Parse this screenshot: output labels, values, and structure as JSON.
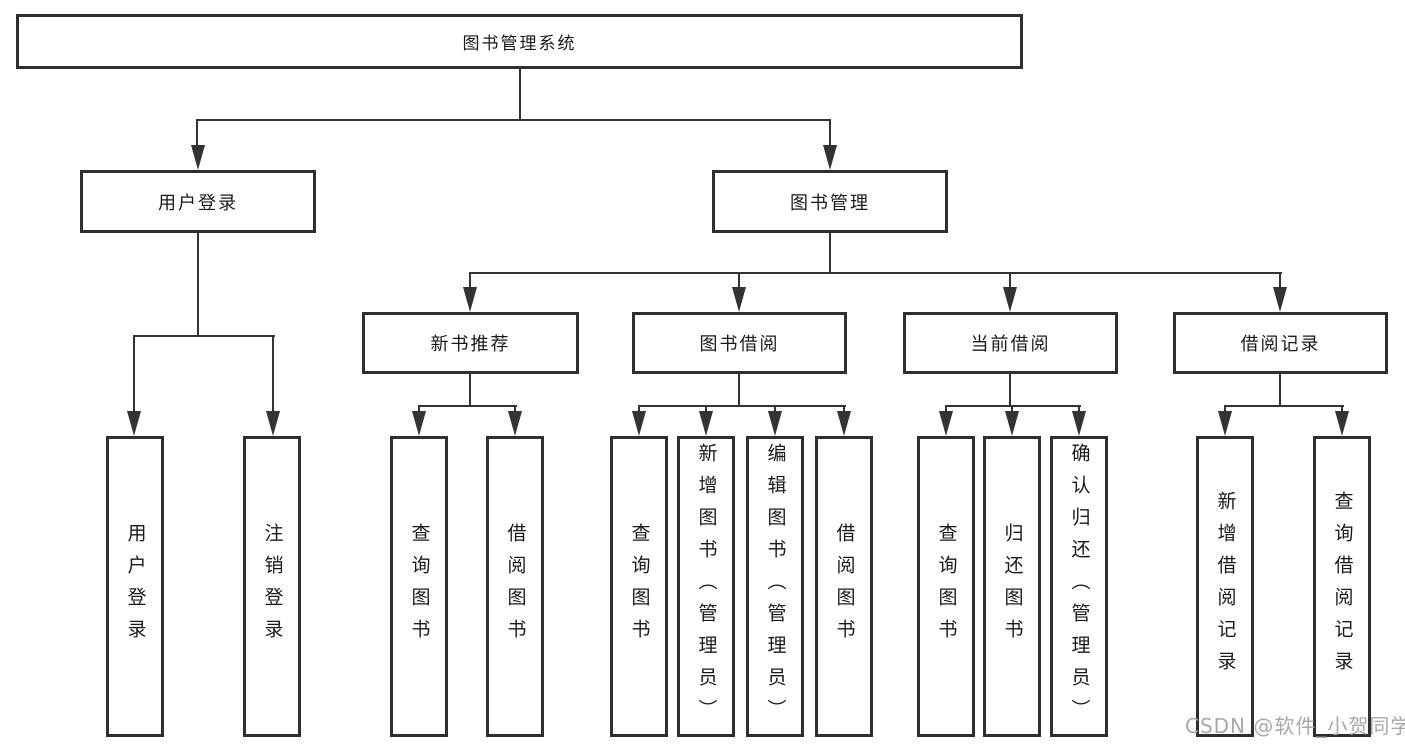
{
  "diagram": {
    "root": "图书管理系统",
    "branches": [
      "用户登录",
      "图书管理"
    ],
    "modules": [
      "新书推荐",
      "图书借阅",
      "当前借阅",
      "借阅记录"
    ],
    "leaves": {
      "user_login": [
        "用户登录",
        "注销登录"
      ],
      "new_book_recommend": [
        "查询图书",
        "借阅图书"
      ],
      "book_borrow": [
        "查询图书",
        "新增图书（管理员）",
        "编辑图书（管理员）",
        "借阅图书"
      ],
      "current_borrow": [
        "查询图书",
        "归还图书",
        "确认归还（管理员）"
      ],
      "borrow_records": [
        "新增借阅记录",
        "查询借阅记录"
      ]
    }
  },
  "watermark": {
    "text": "CSDN @软件_小贺同学"
  },
  "colors": {
    "line": "#333333",
    "border": "#2f2f2f",
    "text": "#1a1a1a",
    "watermark": "#a9a9a9",
    "background": "#ffffff"
  }
}
